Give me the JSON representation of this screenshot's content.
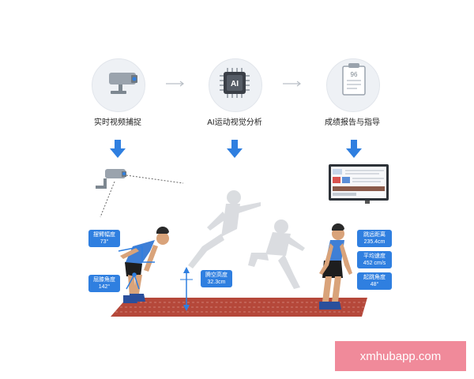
{
  "steps": [
    {
      "label": "实时视频捕捉",
      "icon": "cctv-camera-icon"
    },
    {
      "label": "AI运动视觉分析",
      "icon": "ai-chip-icon"
    },
    {
      "label": "成绩报告与指导",
      "icon": "report-document-icon"
    }
  ],
  "report_score": "96",
  "chip_text": "AI",
  "tags": {
    "arm_angle": {
      "name": "摆臂幅度",
      "value": "73°"
    },
    "knee_angle": {
      "name": "屈膝角度",
      "value": "142°"
    },
    "flight_height": {
      "name": "腾空高度",
      "value": "32.3cm"
    },
    "jump_distance": {
      "name": "跳远距离",
      "value": "235.4cm"
    },
    "avg_speed": {
      "name": "平均速度",
      "value": "452 cm/s"
    },
    "takeoff_angle": {
      "name": "起跳角度",
      "value": "48°"
    }
  },
  "watermark": "xmhubapp.com",
  "colors": {
    "accent": "#2f7fe0",
    "track": "#b5483a",
    "watermark": "#f08a9a"
  }
}
